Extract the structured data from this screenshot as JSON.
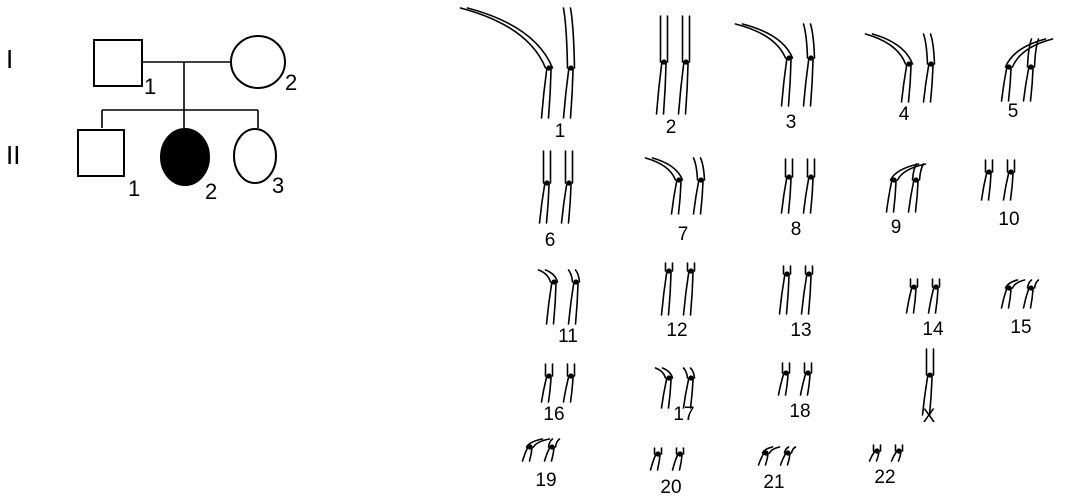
{
  "pedigree": {
    "generations": [
      {
        "label": "I"
      },
      {
        "label": "II"
      }
    ],
    "individuals": [
      {
        "id": "I-1",
        "number": "1",
        "sex": "male",
        "affected": false
      },
      {
        "id": "I-2",
        "number": "2",
        "sex": "female",
        "affected": false
      },
      {
        "id": "II-1",
        "number": "1",
        "sex": "male",
        "affected": false
      },
      {
        "id": "II-2",
        "number": "2",
        "sex": "female",
        "affected": true
      },
      {
        "id": "II-3",
        "number": "3",
        "sex": "female",
        "affected": false
      }
    ]
  },
  "karyotype": {
    "chromosomes": [
      {
        "label": "1",
        "count": 2
      },
      {
        "label": "2",
        "count": 2
      },
      {
        "label": "3",
        "count": 2
      },
      {
        "label": "4",
        "count": 2
      },
      {
        "label": "5",
        "count": 2
      },
      {
        "label": "6",
        "count": 2
      },
      {
        "label": "7",
        "count": 2
      },
      {
        "label": "8",
        "count": 2
      },
      {
        "label": "9",
        "count": 2
      },
      {
        "label": "10",
        "count": 2
      },
      {
        "label": "11",
        "count": 2
      },
      {
        "label": "12",
        "count": 2
      },
      {
        "label": "13",
        "count": 2
      },
      {
        "label": "14",
        "count": 2
      },
      {
        "label": "15",
        "count": 2
      },
      {
        "label": "16",
        "count": 2
      },
      {
        "label": "17",
        "count": 2
      },
      {
        "label": "18",
        "count": 2
      },
      {
        "label": "X",
        "count": 1
      },
      {
        "label": "19",
        "count": 2
      },
      {
        "label": "20",
        "count": 2
      },
      {
        "label": "21",
        "count": 2
      },
      {
        "label": "22",
        "count": 2
      }
    ]
  }
}
